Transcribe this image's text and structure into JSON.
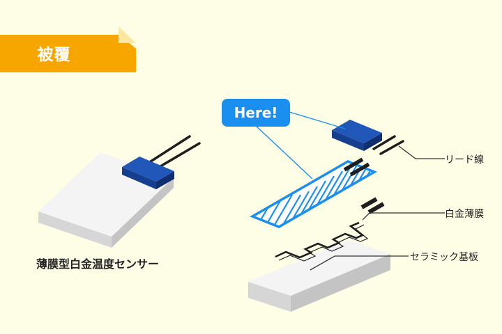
{
  "header": {
    "tag": "被覆"
  },
  "left_figure": {
    "caption": "薄膜型白金温度センサー"
  },
  "right_figure": {
    "highlight_bubble": "Here!",
    "callouts": [
      {
        "label": "リード線"
      },
      {
        "label": "白金薄膜"
      },
      {
        "label": "セラミック基板"
      }
    ]
  },
  "colors": {
    "background": "#fefde6",
    "tag": "#f7a600",
    "tag_fold": "#fde6a0",
    "accent_blue": "#1a8ff0",
    "cap_blue": "#1d4ea8",
    "substrate_top": "#f3f3f3",
    "substrate_side": "#c9c9c9"
  }
}
